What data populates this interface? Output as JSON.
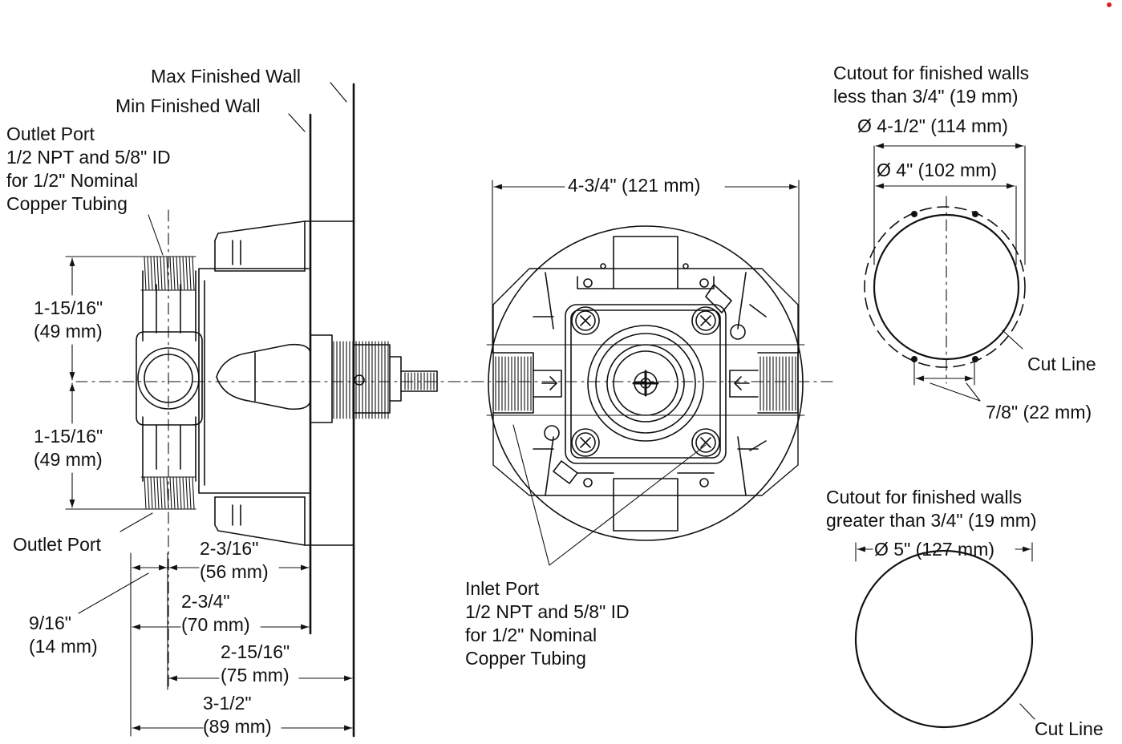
{
  "side_view": {
    "max_finished_wall": "Max Finished Wall",
    "min_finished_wall": "Min Finished Wall",
    "outlet_port_top": [
      "Outlet Port",
      "1/2 NPT and 5/8\" ID",
      "for 1/2\" Nominal",
      "Copper Tubing"
    ],
    "dim_upper": [
      "1-15/16\"",
      "(49 mm)"
    ],
    "dim_lower": [
      "1-15/16\"",
      "(49 mm)"
    ],
    "outlet_port_bottom": "Outlet Port",
    "dim_9_16": [
      "9/16\"",
      "(14 mm)"
    ],
    "dim_2_3_16": [
      "2-3/16\"",
      "(56 mm)"
    ],
    "dim_2_3_4": [
      "2-3/4\"",
      "(70 mm)"
    ],
    "dim_2_15_16": [
      "2-15/16\"",
      "(75 mm)"
    ],
    "dim_3_1_2": [
      "3-1/2\"",
      "(89 mm)"
    ]
  },
  "front_view": {
    "width_dim": "4-3/4\" (121 mm)",
    "inlet_port": [
      "Inlet Port",
      "1/2 NPT and 5/8\" ID",
      "for 1/2\" Nominal",
      "Copper Tubing"
    ]
  },
  "cutout_small": {
    "title": [
      "Cutout for finished walls",
      "less than 3/4\" (19 mm)"
    ],
    "outer_dia": "Ø 4-1/2\" (114 mm)",
    "inner_dia": "Ø 4\" (102 mm)",
    "cut_line": "Cut Line",
    "dim_7_8": "7/8\" (22 mm)"
  },
  "cutout_large": {
    "title": [
      "Cutout for finished walls",
      "greater than 3/4\" (19 mm)"
    ],
    "dia": "Ø 5\" (127 mm)",
    "cut_line": "Cut Line"
  }
}
